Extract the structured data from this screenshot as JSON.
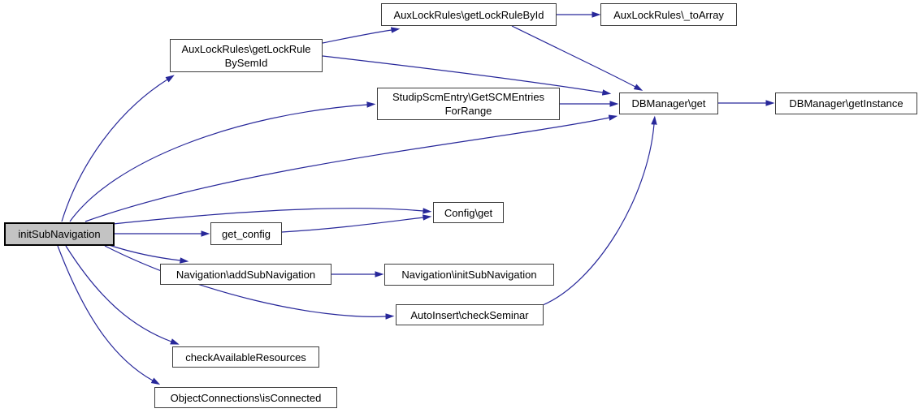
{
  "diagram": {
    "type": "call-graph",
    "colors": {
      "edge": "#28289a",
      "node_border": "#3d3d3d",
      "node_fill": "#ffffff",
      "highlight_fill": "#c3c3c3",
      "highlight_border": "#000000",
      "text": "#000000",
      "background": "#ffffff"
    },
    "nodes": [
      {
        "id": "init-sub-navigation",
        "line1": "initSubNavigation",
        "highlighted": true
      },
      {
        "id": "get-lock-rule-by-sem-id",
        "line1": "AuxLockRules\\getLockRule",
        "line2": "BySemId",
        "highlighted": false
      },
      {
        "id": "get-lock-rule-by-id",
        "line1": "AuxLockRules\\getLockRuleById",
        "highlighted": false
      },
      {
        "id": "to-array",
        "line1": "AuxLockRules\\_toArray",
        "highlighted": false
      },
      {
        "id": "get-scm-entries-for-range",
        "line1": "StudipScmEntry\\GetSCMEntries",
        "line2": "ForRange",
        "highlighted": false
      },
      {
        "id": "db-manager-get",
        "line1": "DBManager\\get",
        "highlighted": false
      },
      {
        "id": "db-manager-get-instance",
        "line1": "DBManager\\getInstance",
        "highlighted": false
      },
      {
        "id": "config-get",
        "line1": "Config\\get",
        "highlighted": false
      },
      {
        "id": "get-config",
        "line1": "get_config",
        "highlighted": false
      },
      {
        "id": "navigation-add-sub-navigation",
        "line1": "Navigation\\addSubNavigation",
        "highlighted": false
      },
      {
        "id": "navigation-init-sub-navigation",
        "line1": "Navigation\\initSubNavigation",
        "highlighted": false
      },
      {
        "id": "auto-insert-check-seminar",
        "line1": "AutoInsert\\checkSeminar",
        "highlighted": false
      },
      {
        "id": "check-available-resources",
        "line1": "checkAvailableResources",
        "highlighted": false
      },
      {
        "id": "object-connections-is-connected",
        "line1": "ObjectConnections\\isConnected",
        "highlighted": false
      }
    ],
    "edges": [
      {
        "from": "init-sub-navigation",
        "to": "get-lock-rule-by-sem-id"
      },
      {
        "from": "init-sub-navigation",
        "to": "get-scm-entries-for-range"
      },
      {
        "from": "init-sub-navigation",
        "to": "db-manager-get"
      },
      {
        "from": "init-sub-navigation",
        "to": "config-get"
      },
      {
        "from": "init-sub-navigation",
        "to": "get-config"
      },
      {
        "from": "init-sub-navigation",
        "to": "navigation-add-sub-navigation"
      },
      {
        "from": "init-sub-navigation",
        "to": "auto-insert-check-seminar"
      },
      {
        "from": "init-sub-navigation",
        "to": "check-available-resources"
      },
      {
        "from": "init-sub-navigation",
        "to": "object-connections-is-connected"
      },
      {
        "from": "get-lock-rule-by-sem-id",
        "to": "get-lock-rule-by-id"
      },
      {
        "from": "get-lock-rule-by-sem-id",
        "to": "db-manager-get"
      },
      {
        "from": "get-lock-rule-by-id",
        "to": "to-array"
      },
      {
        "from": "get-lock-rule-by-id",
        "to": "db-manager-get"
      },
      {
        "from": "get-scm-entries-for-range",
        "to": "db-manager-get"
      },
      {
        "from": "get-config",
        "to": "config-get"
      },
      {
        "from": "navigation-add-sub-navigation",
        "to": "navigation-init-sub-navigation"
      },
      {
        "from": "auto-insert-check-seminar",
        "to": "db-manager-get"
      },
      {
        "from": "db-manager-get",
        "to": "db-manager-get-instance"
      }
    ]
  }
}
